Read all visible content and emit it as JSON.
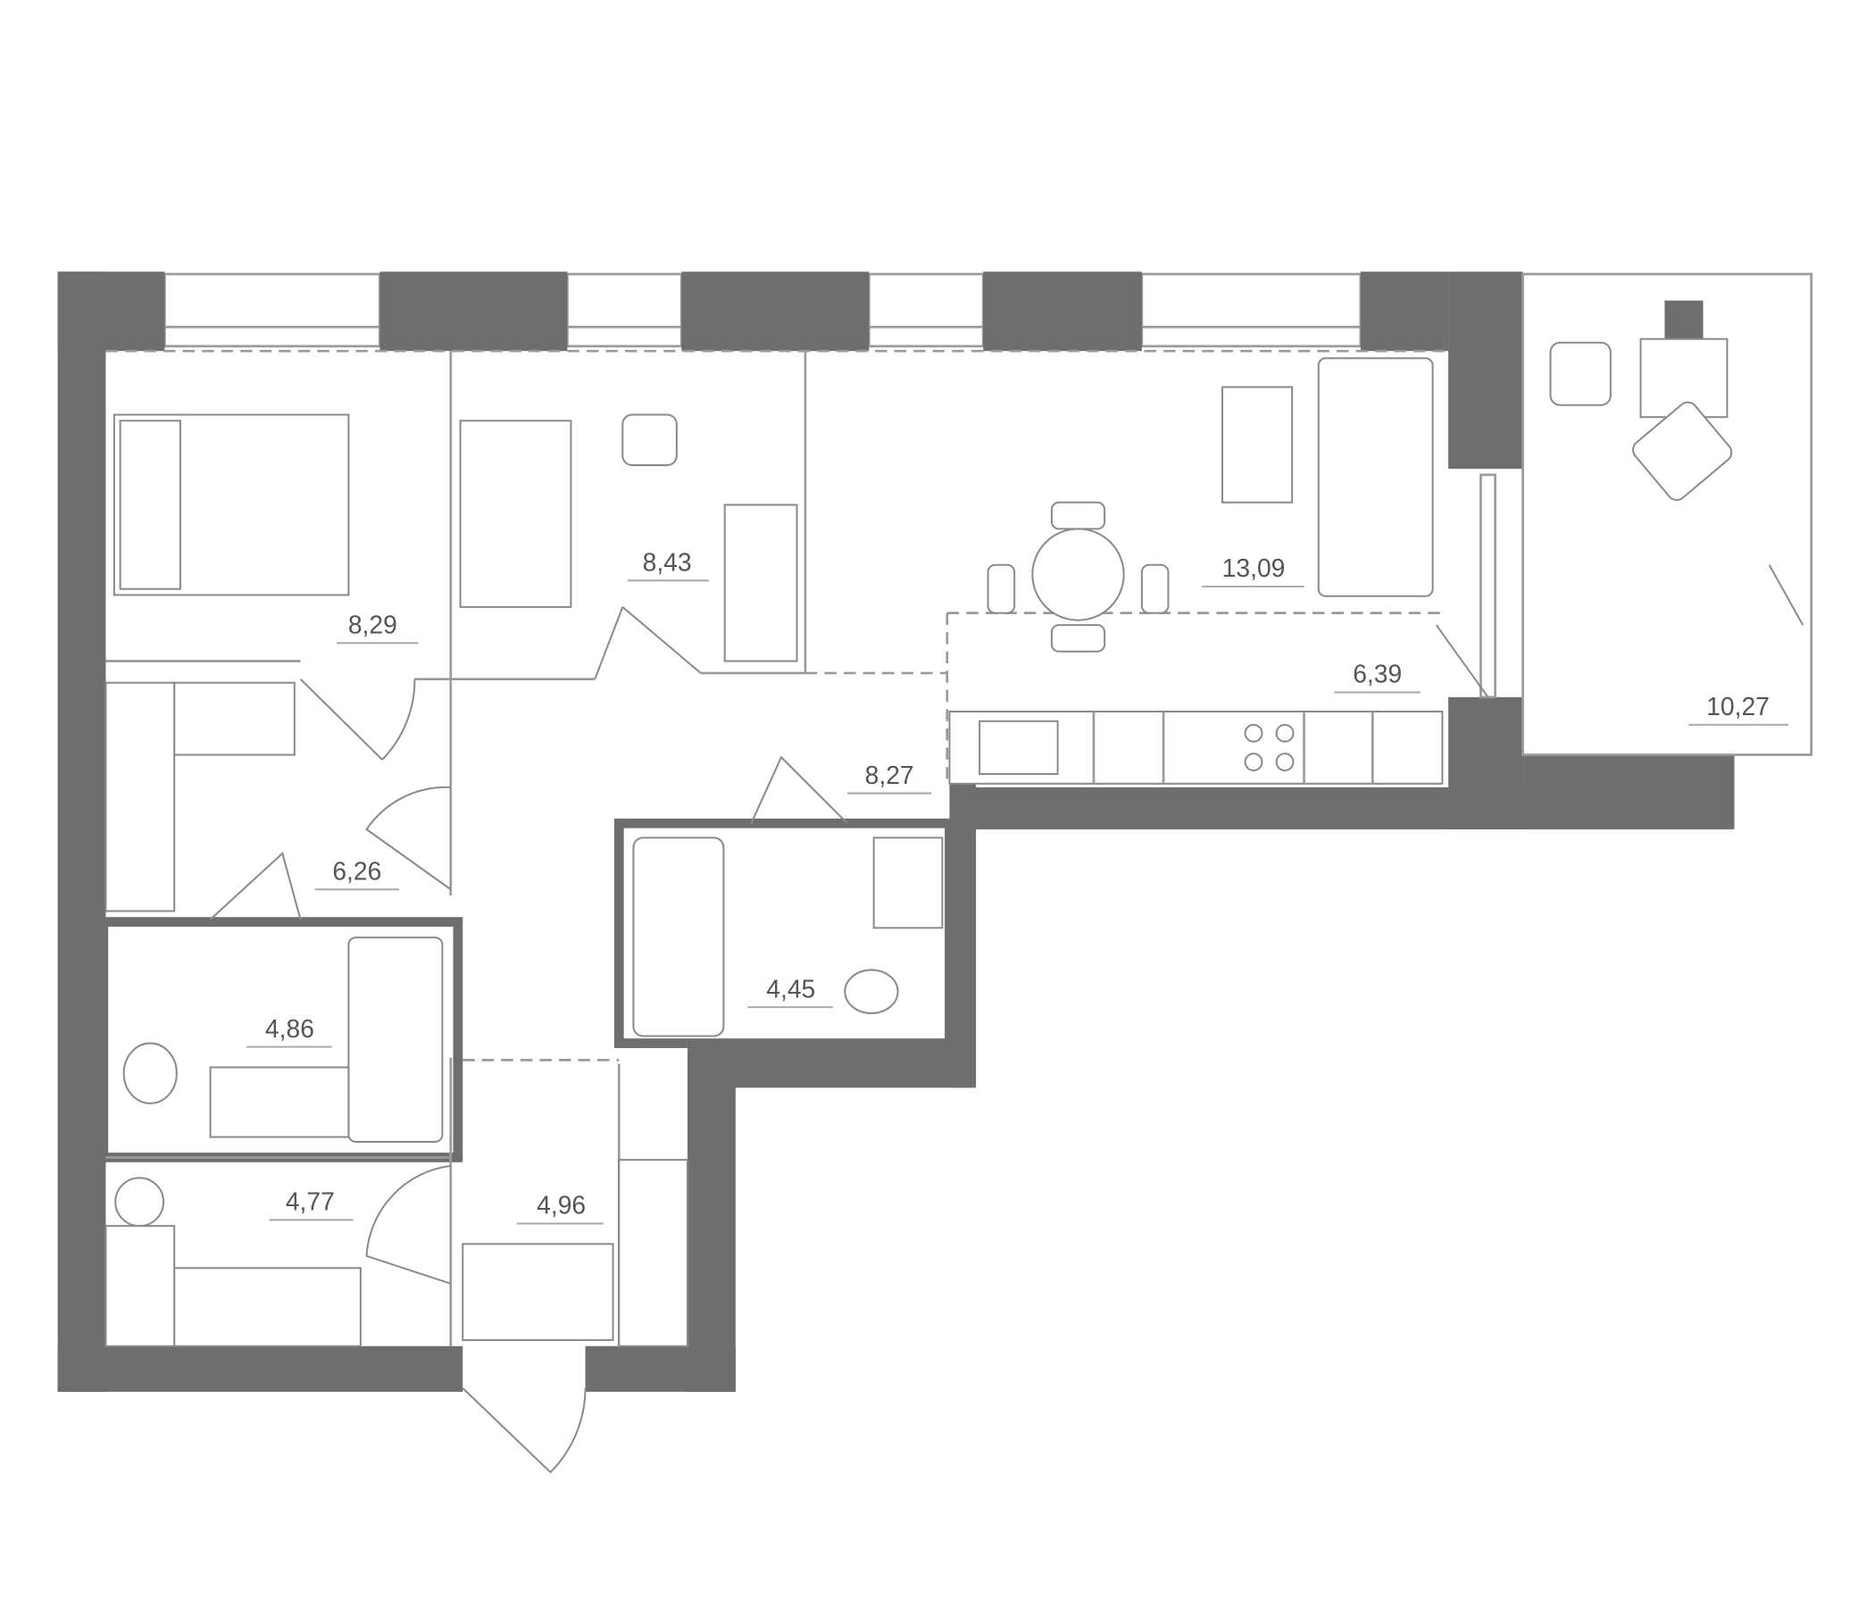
{
  "plan": {
    "rooms": [
      {
        "id": "bedroom",
        "area": "8,29"
      },
      {
        "id": "kids-room",
        "area": "8,43"
      },
      {
        "id": "living-room",
        "area": "13,09"
      },
      {
        "id": "kitchen",
        "area": "6,39"
      },
      {
        "id": "hall",
        "area": "8,27"
      },
      {
        "id": "wardrobe",
        "area": "6,26"
      },
      {
        "id": "bathroom-1",
        "area": "4,86"
      },
      {
        "id": "bathroom-2",
        "area": "4,45"
      },
      {
        "id": "storage",
        "area": "4,77"
      },
      {
        "id": "entrance",
        "area": "4,96"
      },
      {
        "id": "balcony",
        "area": "10,27"
      }
    ],
    "colors": {
      "wall": "#6e6e6e",
      "line": "#9a9a9a",
      "background": "#ffffff"
    }
  }
}
